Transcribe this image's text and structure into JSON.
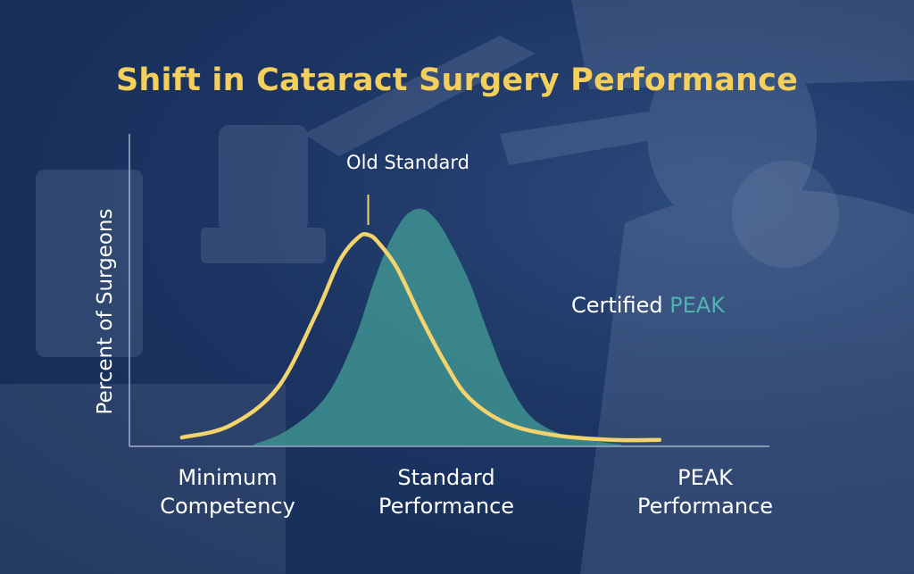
{
  "chart_data": {
    "type": "area",
    "title": "Shift in Cataract Surgery Performance",
    "ylabel": "Percent of Surgeons",
    "xlabel": "",
    "x_categories": [
      {
        "line1": "Minimum",
        "line2": "Competency",
        "x": 0
      },
      {
        "line1": "Standard",
        "line2": "Performance",
        "x": 50
      },
      {
        "line1": "PEAK",
        "line2": "Performance",
        "x": 100
      }
    ],
    "xlim": [
      -11,
      123
    ],
    "ylim": [
      0,
      100
    ],
    "grid": false,
    "series": [
      {
        "name": "Old Standard",
        "style": "line",
        "color": "#f3d36b",
        "points": [
          [
            0,
            3
          ],
          [
            10,
            8
          ],
          [
            20,
            24
          ],
          [
            28,
            55
          ],
          [
            33,
            78
          ],
          [
            37,
            88
          ],
          [
            39,
            89
          ],
          [
            41,
            86
          ],
          [
            45,
            75
          ],
          [
            50,
            54
          ],
          [
            55,
            35
          ],
          [
            60,
            20
          ],
          [
            68,
            9
          ],
          [
            78,
            4
          ],
          [
            90,
            2
          ],
          [
            100,
            2
          ]
        ]
      },
      {
        "name": "Certified PEAK",
        "style": "area",
        "color": "#3d8f8f",
        "points": [
          [
            15,
            0
          ],
          [
            22,
            6
          ],
          [
            30,
            20
          ],
          [
            36,
            44
          ],
          [
            40,
            68
          ],
          [
            43,
            84
          ],
          [
            46,
            95
          ],
          [
            48,
            99
          ],
          [
            50,
            100
          ],
          [
            52,
            98
          ],
          [
            55,
            90
          ],
          [
            60,
            70
          ],
          [
            64,
            48
          ],
          [
            68,
            28
          ],
          [
            73,
            12
          ],
          [
            80,
            4
          ],
          [
            88,
            1
          ],
          [
            92,
            0
          ]
        ]
      }
    ],
    "annotations": {
      "old_standard": {
        "text": "Old Standard",
        "x": 39
      },
      "certified": {
        "prefix": "Certified",
        "accent": "PEAK"
      }
    }
  },
  "colors": {
    "title": "#f5cf5c",
    "axis": "#9fb1cd",
    "accent_teal": "#4fb3b1"
  }
}
